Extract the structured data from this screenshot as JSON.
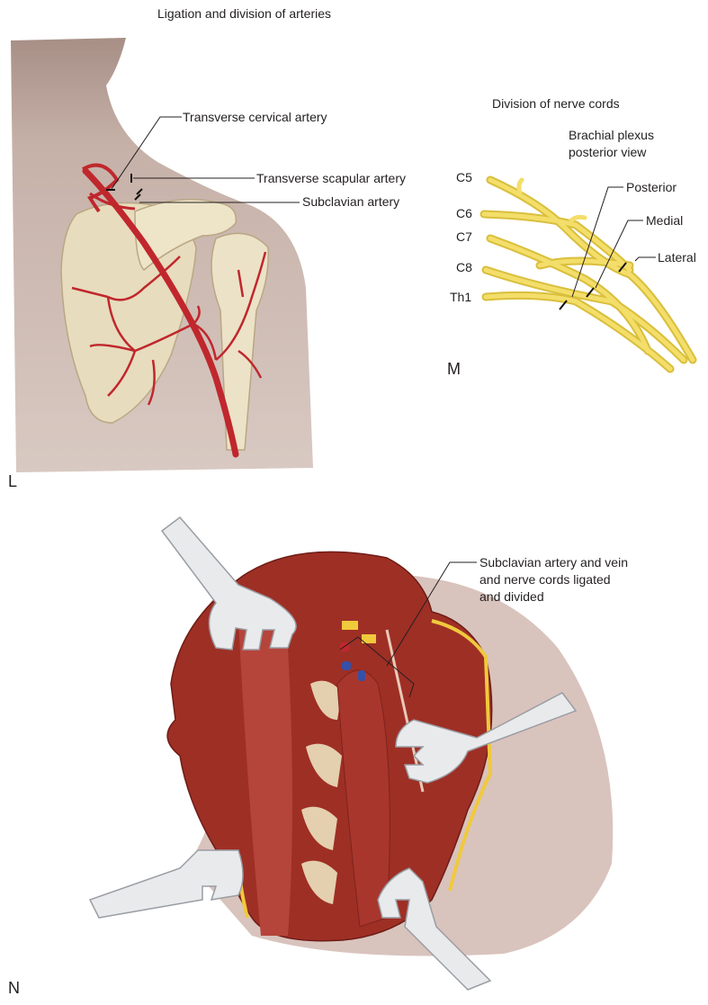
{
  "panel_l": {
    "title": "Ligation and division of arteries",
    "labels": {
      "transverse_cervical": "Transverse cervical artery",
      "transverse_scapular": "Transverse scapular artery",
      "subclavian": "Subclavian artery"
    },
    "panel_letter": "L"
  },
  "panel_m": {
    "title": "Division of nerve cords",
    "subtitle_line1": "Brachial plexus",
    "subtitle_line2": "posterior view",
    "roots": [
      "C5",
      "C6",
      "C7",
      "C8",
      "Th1"
    ],
    "cords": {
      "posterior": "Posterior",
      "medial": "Medial",
      "lateral": "Lateral"
    },
    "panel_letter": "M"
  },
  "panel_n": {
    "label_line1": "Subclavian artery and vein",
    "label_line2": "and nerve cords ligated",
    "label_line3": "and divided",
    "panel_letter": "N"
  },
  "colors": {
    "artery": "#c0272d",
    "nerve": "#f2d95c",
    "muscle": "#9e2f25",
    "skin": "#c9b3aa",
    "bone": "#e8dcbf"
  }
}
